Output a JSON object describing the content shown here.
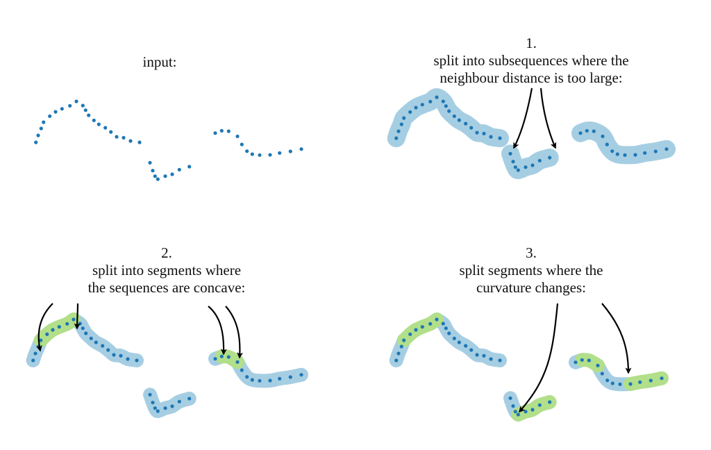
{
  "colors": {
    "dot": "#1f77b4",
    "blue_region": "#a6cee3",
    "green_region": "#b2df8a",
    "arrow": "#000000"
  },
  "panels": [
    {
      "id": "input",
      "lines": [
        "input:"
      ]
    },
    {
      "id": "step1",
      "lines": [
        "1.",
        "split into subsequences where the",
        "neighbour distance is too large:"
      ]
    },
    {
      "id": "step2",
      "lines": [
        "2.",
        "split into segments where",
        "the sequences are concave:"
      ]
    },
    {
      "id": "step3",
      "lines": [
        "3.",
        "split segments where the",
        "curvature changes:"
      ]
    }
  ],
  "curves": {
    "A": [
      [
        51.7,
        205
      ],
      [
        55,
        195
      ],
      [
        59.3,
        185
      ],
      [
        62.7,
        176
      ],
      [
        71.7,
        167.3
      ],
      [
        80,
        161
      ],
      [
        89.3,
        156.7
      ],
      [
        100.7,
        152.3
      ],
      [
        110,
        146
      ],
      [
        119.3,
        152
      ],
      [
        123.3,
        158.7
      ],
      [
        127.7,
        166
      ],
      [
        135.3,
        173.3
      ],
      [
        142.3,
        179
      ],
      [
        151.7,
        184
      ],
      [
        159.7,
        190
      ],
      [
        168,
        197
      ],
      [
        178,
        198.3
      ],
      [
        188,
        203
      ],
      [
        201,
        205
      ]
    ],
    "B": [
      [
        216,
        234.3
      ],
      [
        220,
        245.7
      ],
      [
        223.3,
        253.7
      ],
      [
        227.3,
        258
      ],
      [
        238,
        253.7
      ],
      [
        248,
        251
      ],
      [
        258.3,
        244.3
      ],
      [
        272.7,
        240
      ]
    ],
    "C": [
      [
        310,
        191.7
      ],
      [
        319.3,
        188.3
      ],
      [
        329.3,
        189
      ],
      [
        342,
        196.3
      ],
      [
        348.3,
        208
      ],
      [
        355.7,
        217.7
      ],
      [
        363.3,
        222
      ],
      [
        374,
        223.3
      ],
      [
        389,
        223
      ],
      [
        402.7,
        220.3
      ],
      [
        418.3,
        218
      ],
      [
        434,
        214.7
      ]
    ]
  },
  "segmentation": {
    "step1": {
      "A": [
        [
          "blue",
          0,
          19
        ]
      ],
      "B": [
        [
          "blue",
          0,
          7
        ]
      ],
      "C": [
        [
          "blue",
          0,
          11
        ]
      ]
    },
    "step2": {
      "A": [
        [
          "blue",
          0,
          3
        ],
        [
          "green",
          3,
          8
        ],
        [
          "blue",
          8,
          19
        ]
      ],
      "B": [
        [
          "blue",
          0,
          7
        ]
      ],
      "C": [
        [
          "blue",
          0,
          1
        ],
        [
          "green",
          1,
          3
        ],
        [
          "blue",
          3,
          11
        ]
      ]
    },
    "step3": {
      "A": [
        [
          "blue",
          0,
          3
        ],
        [
          "green",
          3,
          8
        ],
        [
          "blue",
          8,
          19
        ]
      ],
      "B": [
        [
          "blue",
          0,
          3
        ],
        [
          "green",
          3,
          7
        ]
      ],
      "C": [
        [
          "blue",
          0,
          1
        ],
        [
          "green",
          1,
          3
        ],
        [
          "blue",
          3,
          8
        ],
        [
          "green",
          8,
          11
        ]
      ]
    }
  }
}
